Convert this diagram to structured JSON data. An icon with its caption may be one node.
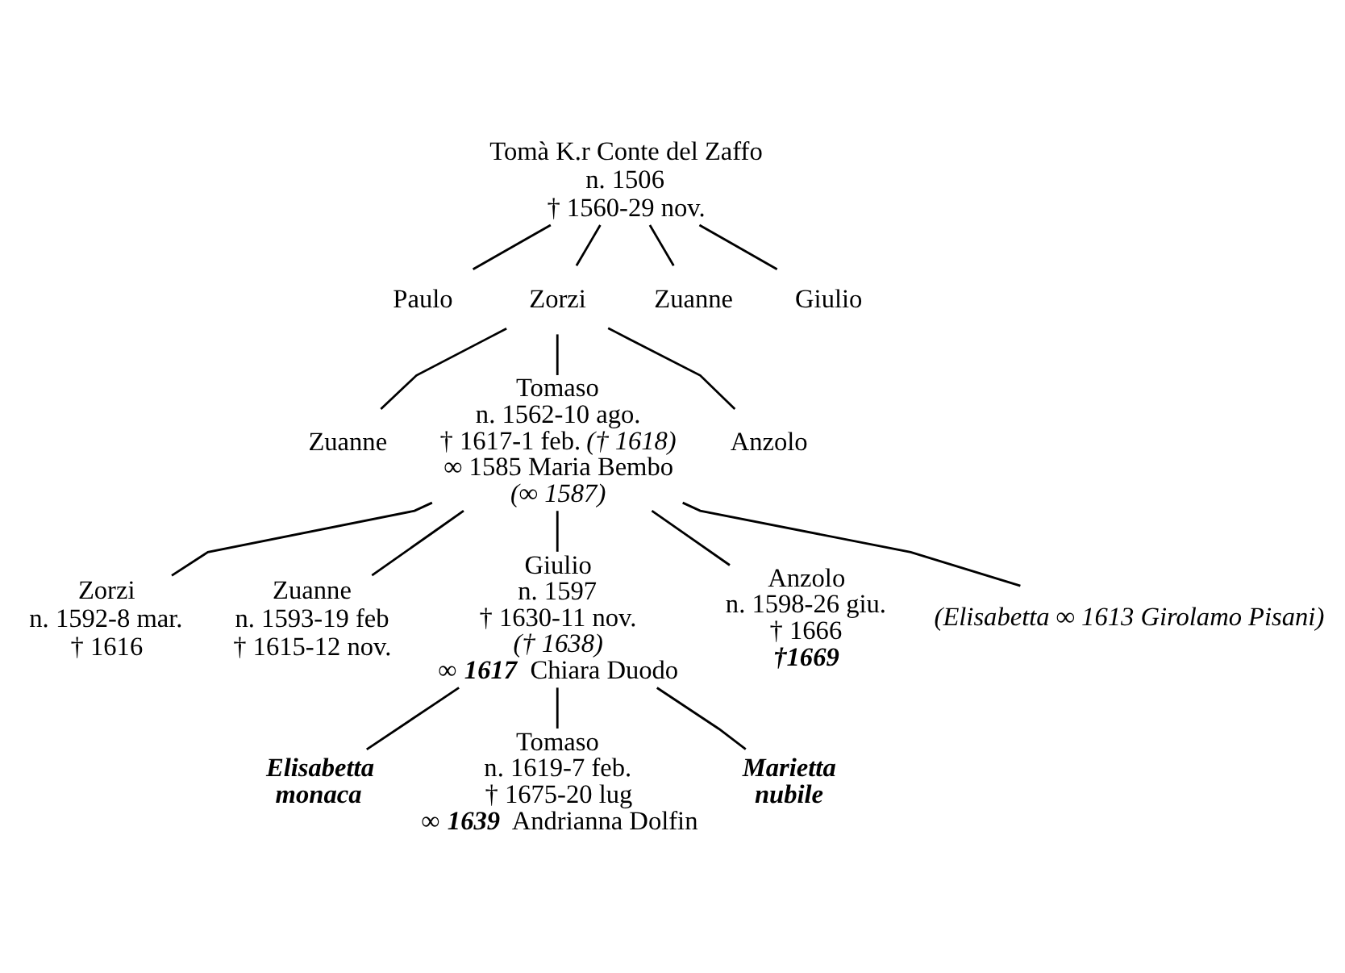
{
  "diagram": {
    "nodes": [
      {
        "text": [
          "Tomà K.r Conte del Zaffo",
          "n. 1506",
          "† 1560-29 nov."
        ]
      },
      {
        "text": [
          "Paulo"
        ]
      },
      {
        "text": [
          "Zorzi"
        ]
      },
      {
        "text": [
          "Zuanne"
        ]
      },
      {
        "text": [
          "Giulio"
        ]
      },
      {
        "text": [
          "Zuanne"
        ]
      },
      {
        "text": [
          "Tomaso",
          "n. 1562-10 ago.",
          "† 1617-1 feb. *(† 1618)*",
          "∞ 1585 Maria Bembo",
          "*(∞ 1587)*"
        ]
      },
      {
        "text": [
          "Anzolo"
        ]
      },
      {
        "text": [
          "Zorzi",
          "n. 1592-8 mar.",
          "† 1616"
        ]
      },
      {
        "text": [
          "Zuanne",
          "n. 1593-19 feb",
          "† 1615-12 nov."
        ]
      },
      {
        "text": [
          "Giulio",
          "n. 1597",
          "† 1630-11 nov.",
          "*(† 1638)*",
          "∞ **1617** Chiara Duodo"
        ]
      },
      {
        "text": [
          "Anzolo",
          "n. 1598-26 giu.",
          "† 1666",
          "**†1669**"
        ]
      },
      {
        "text": [
          "*(Elisabetta ∞ 1613 Girolamo Pisani)*"
        ]
      },
      {
        "text": [
          "**Elisabetta**",
          "**monaca**"
        ]
      },
      {
        "text": [
          "Tomaso",
          "n. 1619-7 feb.",
          "† 1675-20 lug",
          "∞ **1639** Andrianna Dolfin"
        ]
      },
      {
        "text": [
          "**Marietta**",
          "**nubile**"
        ]
      }
    ],
    "edges": [
      {
        "from": 0,
        "to": 1,
        "arrow": "none"
      },
      {
        "from": 0,
        "to": 2,
        "arrow": "none"
      },
      {
        "from": 0,
        "to": 3,
        "arrow": "none"
      },
      {
        "from": 0,
        "to": 4,
        "arrow": "none"
      },
      {
        "from": 2,
        "to": 5,
        "arrow": "none"
      },
      {
        "from": 2,
        "to": 6,
        "arrow": "none"
      },
      {
        "from": 2,
        "to": 7,
        "arrow": "none"
      },
      {
        "from": 6,
        "to": 8,
        "arrow": "none"
      },
      {
        "from": 6,
        "to": 9,
        "arrow": "none"
      },
      {
        "from": 6,
        "to": 10,
        "arrow": "none"
      },
      {
        "from": 6,
        "to": 11,
        "arrow": "none"
      },
      {
        "from": 6,
        "to": 12,
        "arrow": "none"
      },
      {
        "from": 10,
        "to": 13,
        "arrow": "none"
      },
      {
        "from": 10,
        "to": 14,
        "arrow": "none"
      },
      {
        "from": 10,
        "to": 15,
        "arrow": "none"
      }
    ]
  }
}
